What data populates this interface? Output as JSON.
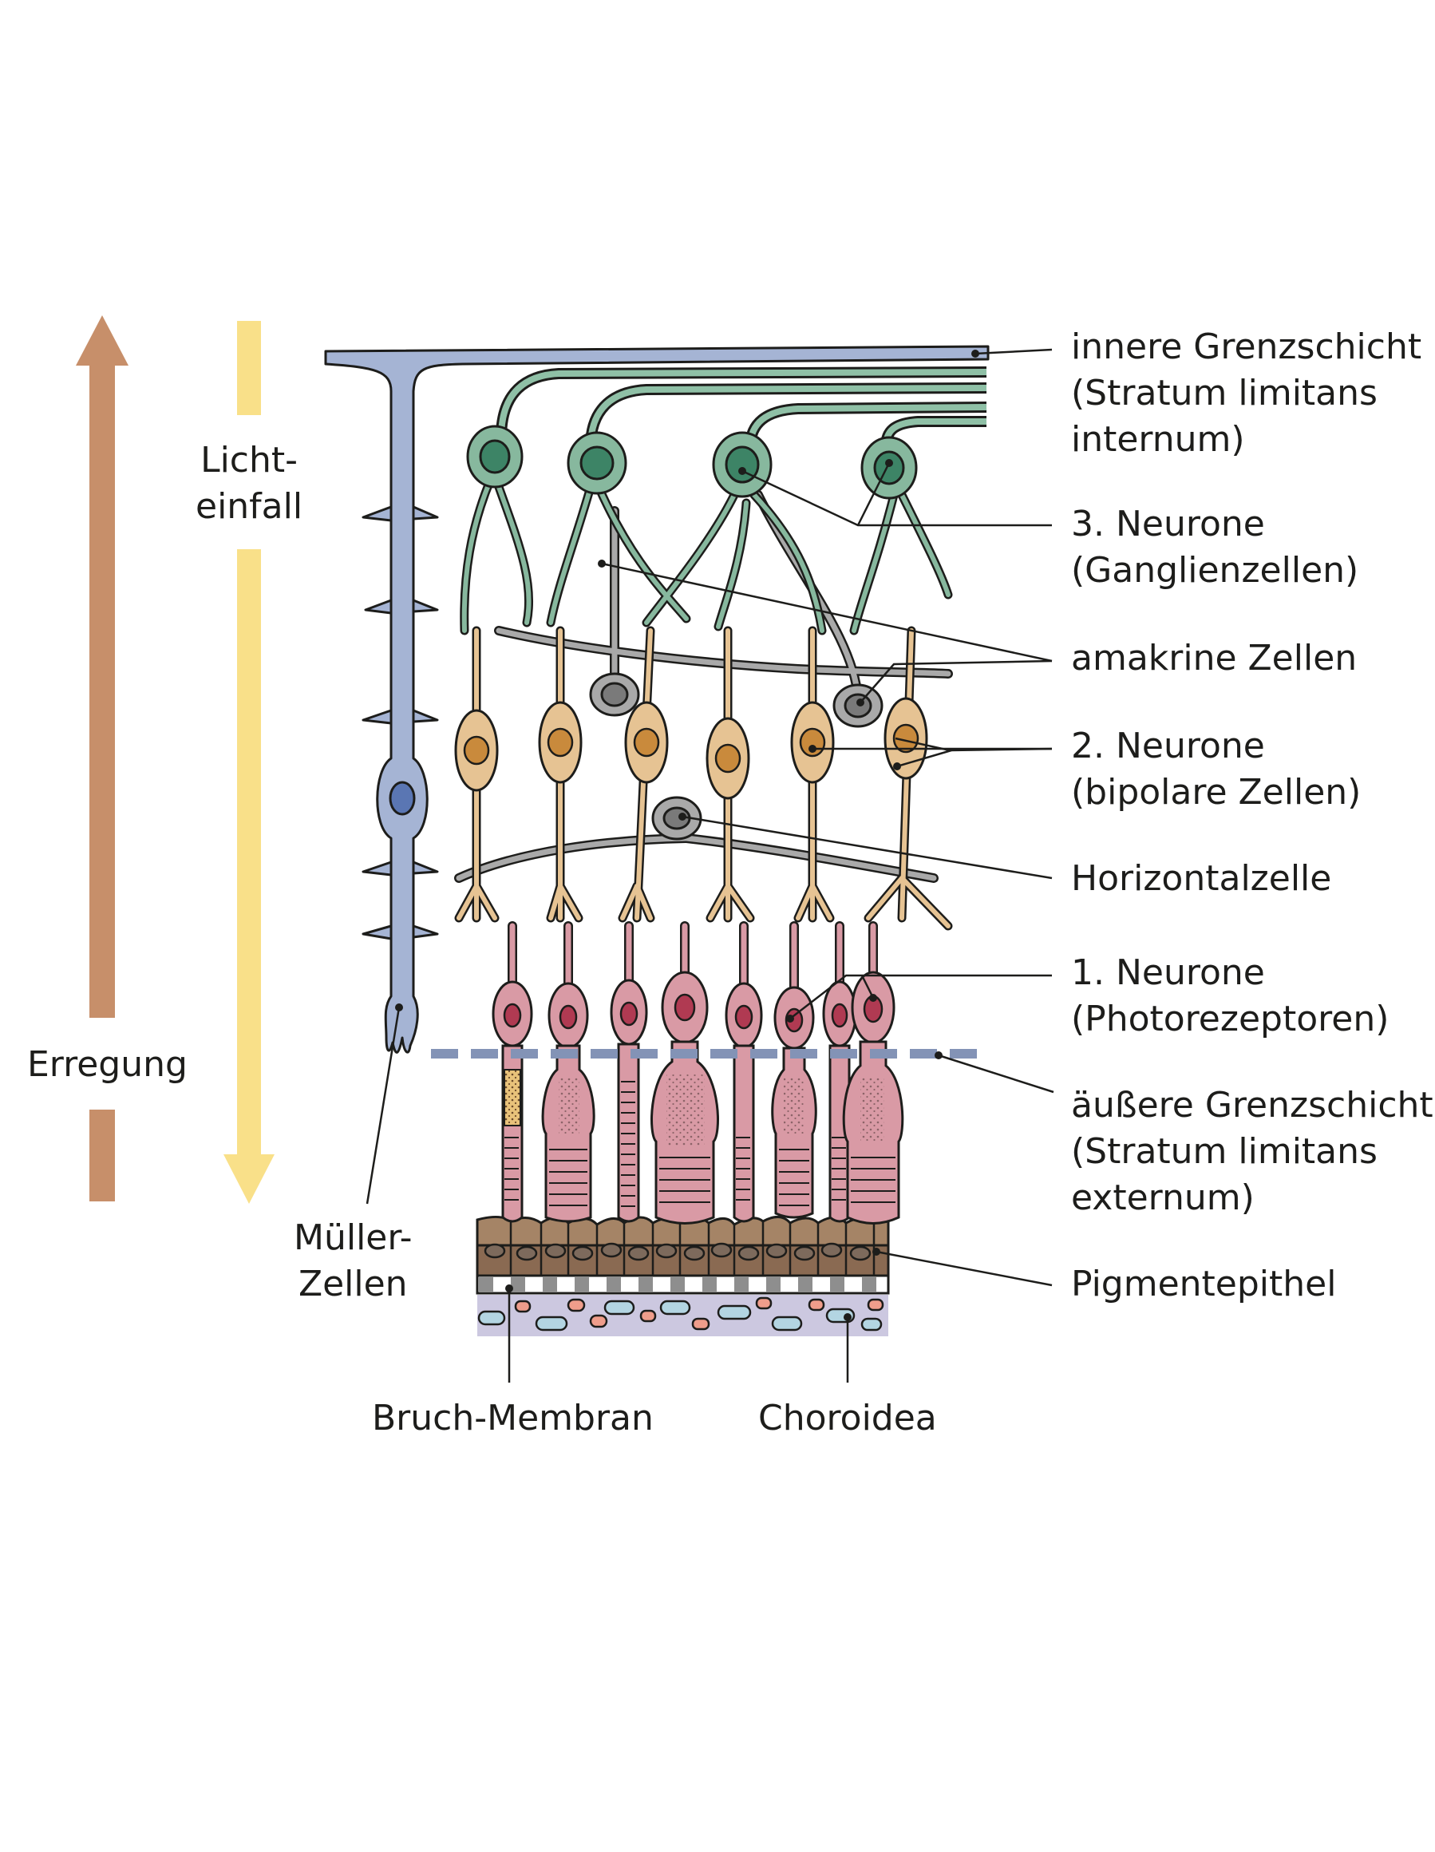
{
  "side": {
    "light": [
      "Licht-",
      "einfall"
    ],
    "excitation": "Erregung"
  },
  "labels": {
    "inner_limiting": [
      "innere Grenzschicht",
      "(Stratum limitans",
      "internum)"
    ],
    "ganglion": [
      "3. Neurone",
      "(Ganglienzellen)"
    ],
    "amacrine": "amakrine Zellen",
    "bipolar": [
      "2. Neurone",
      "(bipolare Zellen)"
    ],
    "horizontal": "Horizontalzelle",
    "photoreceptors": [
      "1. Neurone",
      "(Photorezeptoren)"
    ],
    "outer_limiting": [
      "äußere Grenzschicht",
      "(Stratum limitans",
      "externum)"
    ],
    "pigment": "Pigmentepithel",
    "muller": [
      "Müller-",
      "Zellen"
    ],
    "bruch": "Bruch-Membran",
    "choroid": "Choroidea"
  },
  "colors": {
    "light_arrow": "#f9e089",
    "excitation_arrow": "#c78f6a",
    "muller_cell": "#a5b4d4",
    "ganglion_cell": "#87b89e",
    "bipolar_cell": "#e6c393",
    "amacrine_cell": "#a9a9a9",
    "photoreceptor": "#d99aa5",
    "pigment_epithelium": "#9b7b5e",
    "choroid": "#ccc8e0",
    "outer_limiting_line": "#8393b6"
  }
}
